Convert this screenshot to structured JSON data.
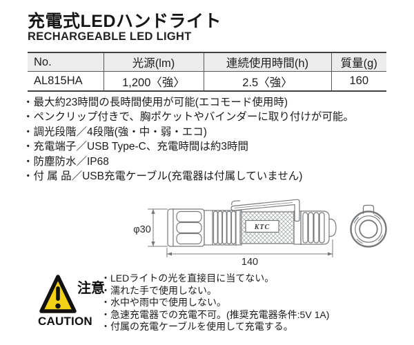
{
  "page": {
    "title": "充電式LEDハンドライト",
    "subtitle": "RECHARGEABLE LED LIGHT"
  },
  "spec_table": {
    "headers": [
      "No.",
      "光源(lm)",
      "連続使用時間(h)",
      "質量(g)"
    ],
    "row": [
      "AL815HA",
      "1,200〈強〉",
      "2.5〈強〉",
      "160"
    ]
  },
  "features": [
    "・最大約23時間の長時間使用が可能(エコモード使用時)",
    "・ペンクリップ付きで、胸ポケットやバインダーに取り付けが可能。",
    "・調光段階／4段階(強・中・弱・エコ)",
    "・充電端子／USB Type-C、充電時間は約3時間",
    "・防塵防水／IP68",
    "・付 属 品／USB充電ケーブル(充電器は付属していません)"
  ],
  "diagram": {
    "diameter_label": "φ30",
    "length_label": "140",
    "brand_label": "KTC"
  },
  "caution": {
    "label_jp": "注意",
    "label_en": "CAUTION",
    "warning_color": "#f3d216",
    "items": [
      "・LEDライトの光を直接目に当てない。",
      "・濡れた手で使用しない。",
      "・水中や雨中で使用しない。",
      "・急速充電器での充電不可。(推奨充電器条件:5V 1A)",
      "・付属の充電ケーブルを使用して充電する。"
    ]
  }
}
